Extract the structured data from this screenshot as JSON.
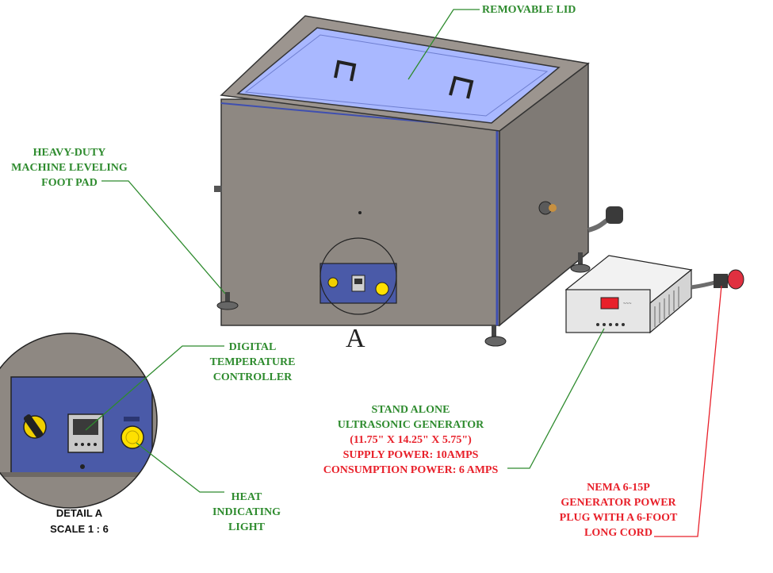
{
  "labels": {
    "removable_lid": "REMOVABLE LID",
    "foot_pad": [
      "HEAVY-DUTY",
      "MACHINE LEVELING",
      "FOOT PAD"
    ],
    "temp_controller": [
      "DIGITAL",
      "TEMPERATURE",
      "CONTROLLER"
    ],
    "heat_light": [
      "HEAT",
      "INDICATING",
      "LIGHT"
    ],
    "generator_green": [
      "STAND ALONE",
      "ULTRASONIC GENERATOR",
      "(11.75\" X 14.25\" X 5.75\")"
    ],
    "generator_red": [
      "SUPPLY POWER: 10AMPS",
      "CONSUMPTION POWER: 6 AMPS"
    ],
    "plug": [
      "NEMA 6-15P",
      "GENERATOR POWER",
      "PLUG WITH A 6-FOOT",
      "LONG CORD"
    ],
    "detail_marker": "A",
    "detail_title": "DETAIL A",
    "detail_scale": "SCALE 1 : 6"
  },
  "colors": {
    "callout_green": "#2e8b2e",
    "callout_red": "#e8202a",
    "tank_body": "#8e8882",
    "tank_side": "#7a746f",
    "lid": "#a9b8ff",
    "control_panel": "#4a5aa8",
    "generator_body": "#e6e6e6",
    "generator_display": "#e8202a",
    "indicator_light": "#ffe000"
  },
  "icons": [
    "temperature-display-icon",
    "rotary-switch-icon",
    "indicator-light-icon",
    "power-plug-icon"
  ]
}
